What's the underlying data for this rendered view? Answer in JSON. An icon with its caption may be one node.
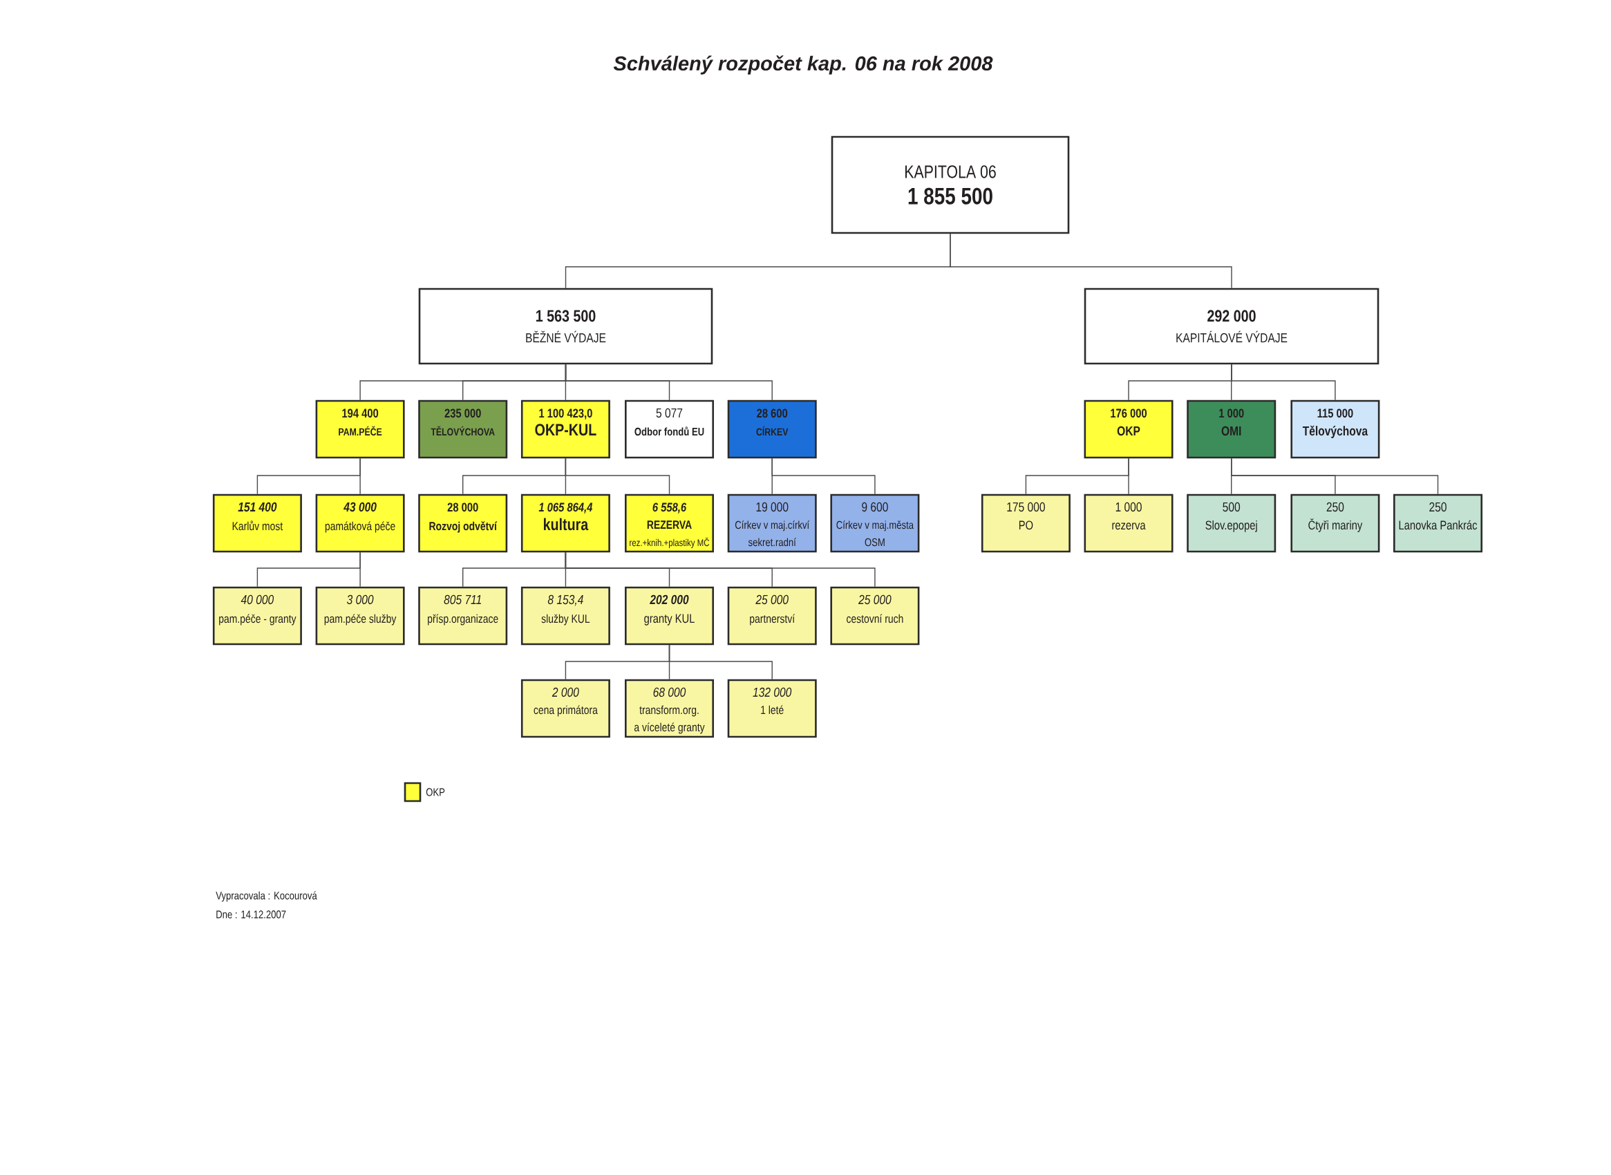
{
  "diagram": {
    "title": "Schválený rozpočet kap. 06 na rok 2008",
    "nodes": [
      {
        "text": [
          "KAPITOLA 06",
          "1 855 500"
        ]
      },
      {
        "text": [
          "1 563 500",
          "BĚŽNÉ VÝDAJE"
        ]
      },
      {
        "text": [
          "292 000",
          "KAPITÁLOVÉ VÝDAJE"
        ]
      },
      {
        "text": [
          "194 400",
          "PAM.PÉČE"
        ]
      },
      {
        "text": [
          "235 000",
          "TĚLOVÝCHOVA"
        ]
      },
      {
        "text": [
          "1 100 423,0",
          "OKP-KUL"
        ]
      },
      {
        "text": [
          "5 077",
          "Odbor fondů EU"
        ]
      },
      {
        "text": [
          "28 600",
          "CÍRKEV"
        ]
      },
      {
        "text": [
          "176 000",
          "OKP"
        ]
      },
      {
        "text": [
          "1 000",
          "OMI"
        ]
      },
      {
        "text": [
          "115 000",
          "Tělovýchova"
        ]
      },
      {
        "text": [
          "151 400",
          "Karlův most"
        ]
      },
      {
        "text": [
          "43 000",
          "památková péče"
        ]
      },
      {
        "text": [
          "28 000",
          "Rozvoj odvětví"
        ]
      },
      {
        "text": [
          "1 065 864,4",
          "kultura"
        ]
      },
      {
        "text": [
          "6 558,6",
          "REZERVA",
          "rez.+knih.+plastiky MČ"
        ]
      },
      {
        "text": [
          "19 000",
          "Církev v maj.církví sekret.radní"
        ]
      },
      {
        "text": [
          "9 600",
          "Církev v maj.města OSM"
        ]
      },
      {
        "text": [
          "175 000",
          "PO"
        ]
      },
      {
        "text": [
          "1 000",
          "rezerva"
        ]
      },
      {
        "text": [
          "500",
          "Slov.epopej"
        ]
      },
      {
        "text": [
          "250",
          "Čtyři mariny"
        ]
      },
      {
        "text": [
          "250",
          "Lanovka Pankrác"
        ]
      },
      {
        "text": [
          "40 000",
          "pam.péče - granty"
        ]
      },
      {
        "text": [
          "3 000",
          "pam.péče služby"
        ]
      },
      {
        "text": [
          "805 711",
          "přísp.organizace"
        ]
      },
      {
        "text": [
          "8 153,4",
          "služby KUL"
        ]
      },
      {
        "text": [
          "202 000",
          "granty KUL"
        ]
      },
      {
        "text": [
          "25 000",
          "partnerství"
        ]
      },
      {
        "text": [
          "25 000",
          "cestovní ruch"
        ]
      },
      {
        "text": [
          "2 000",
          "cena primátora"
        ]
      },
      {
        "text": [
          "68 000",
          "transform.org. a víceleté granty"
        ]
      },
      {
        "text": [
          "132 000",
          "1 leté"
        ]
      }
    ],
    "edges": [
      {
        "from": 0,
        "to": 1,
        "arrow": "none"
      },
      {
        "from": 0,
        "to": 2,
        "arrow": "none"
      },
      {
        "from": 1,
        "to": 3,
        "arrow": "none"
      },
      {
        "from": 1,
        "to": 4,
        "arrow": "none"
      },
      {
        "from": 1,
        "to": 5,
        "arrow": "none"
      },
      {
        "from": 1,
        "to": 6,
        "arrow": "none"
      },
      {
        "from": 1,
        "to": 7,
        "arrow": "none"
      },
      {
        "from": 2,
        "to": 8,
        "arrow": "none"
      },
      {
        "from": 2,
        "to": 9,
        "arrow": "none"
      },
      {
        "from": 2,
        "to": 10,
        "arrow": "none"
      },
      {
        "from": 3,
        "to": 11,
        "arrow": "none"
      },
      {
        "from": 3,
        "to": 12,
        "arrow": "none"
      },
      {
        "from": 5,
        "to": 13,
        "arrow": "none"
      },
      {
        "from": 5,
        "to": 14,
        "arrow": "none"
      },
      {
        "from": 5,
        "to": 15,
        "arrow": "none"
      },
      {
        "from": 7,
        "to": 16,
        "arrow": "none"
      },
      {
        "from": 7,
        "to": 17,
        "arrow": "none"
      },
      {
        "from": 8,
        "to": 18,
        "arrow": "none"
      },
      {
        "from": 8,
        "to": 19,
        "arrow": "none"
      },
      {
        "from": 9,
        "to": 20,
        "arrow": "none"
      },
      {
        "from": 9,
        "to": 21,
        "arrow": "none"
      },
      {
        "from": 9,
        "to": 22,
        "arrow": "none"
      },
      {
        "from": 12,
        "to": 23,
        "arrow": "none"
      },
      {
        "from": 12,
        "to": 24,
        "arrow": "none"
      },
      {
        "from": 14,
        "to": 25,
        "arrow": "none"
      },
      {
        "from": 14,
        "to": 26,
        "arrow": "none"
      },
      {
        "from": 14,
        "to": 27,
        "arrow": "none"
      },
      {
        "from": 14,
        "to": 28,
        "arrow": "none"
      },
      {
        "from": 14,
        "to": 29,
        "arrow": "none"
      },
      {
        "from": 27,
        "to": 30,
        "arrow": "none"
      },
      {
        "from": 27,
        "to": 31,
        "arrow": "none"
      },
      {
        "from": 27,
        "to": 32,
        "arrow": "none"
      }
    ],
    "labels": [
      "Vypracovala : Kocourová",
      "Dne : 14.12.2007"
    ],
    "legend": [
      {
        "text": "OKP",
        "color": "#ffff3a"
      }
    ]
  }
}
